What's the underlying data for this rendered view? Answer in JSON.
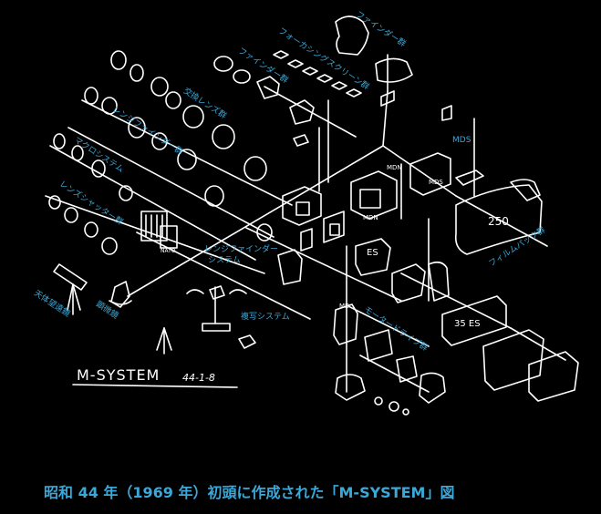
{
  "diagram": {
    "title": "M-SYSTEM",
    "date": "44-1-8",
    "labels": {
      "finder_group_top": "ファインダー群",
      "focusing_screen_group": "フォーカシングスクリーン群",
      "finder_group_left": "ファインダー群",
      "interchangeable_lens_group": "交換レンズ群",
      "rangefinder_group": "レンジファインダー群",
      "macro_system": "マクロシステム",
      "lens_shutter_group": "レンズシャッター群",
      "astro_telescope": "天体望遠鏡",
      "microscope": "顕微鏡",
      "rangefinder_system_1": "レンジファインダー",
      "rangefinder_system_2": "システム",
      "copy_system": "複写システム",
      "mds": "MDS",
      "film_pack_group": "フィルムパック群",
      "motor_drive_group": "モータードライブ群"
    },
    "part_marks": {
      "mdn": "MDN",
      "mdn_lower": "MDN",
      "mds_body": "MDS",
      "back_250": "250",
      "es": "ES",
      "es_large": "35 ES",
      "nato": "NATO",
      "md": "MD"
    }
  },
  "caption": "昭和 44 年（1969 年）初頭に作成された「M-SYSTEM」図",
  "colors": {
    "background": "#000000",
    "lines": "#ffffff",
    "label": "#3aa8d8"
  }
}
